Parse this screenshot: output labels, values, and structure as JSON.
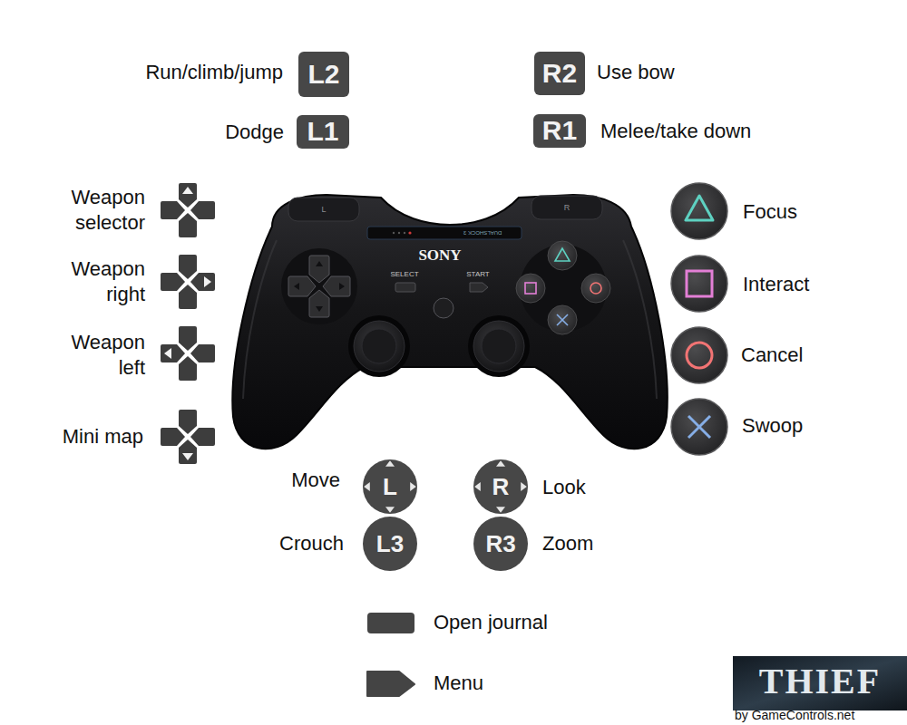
{
  "diagram": {
    "nodes": [
      {
        "text": [
          "L2"
        ]
      },
      {
        "text": [
          "R2"
        ]
      },
      {
        "text": [
          "L1"
        ]
      },
      {
        "text": [
          "R1"
        ]
      },
      {
        "text": [
          "L"
        ]
      },
      {
        "text": [
          "R"
        ]
      },
      {
        "text": [
          "L3"
        ]
      },
      {
        "text": [
          "R3"
        ]
      }
    ],
    "labels": [
      "Run/climb/jump",
      "Use bow",
      "Dodge",
      "Melee/take down",
      "Weapon selector",
      "Focus",
      "Weapon right",
      "Interact",
      "Cancel",
      "Weapon left",
      "Swoop",
      "Mini map",
      "Move",
      "Look",
      "Crouch",
      "Zoom",
      "Open journal",
      "Menu",
      "L",
      "R",
      "DUALSHOCK 3",
      "SONY",
      "SELECT",
      "START",
      "THIEF",
      "by GameControls.net"
    ]
  }
}
